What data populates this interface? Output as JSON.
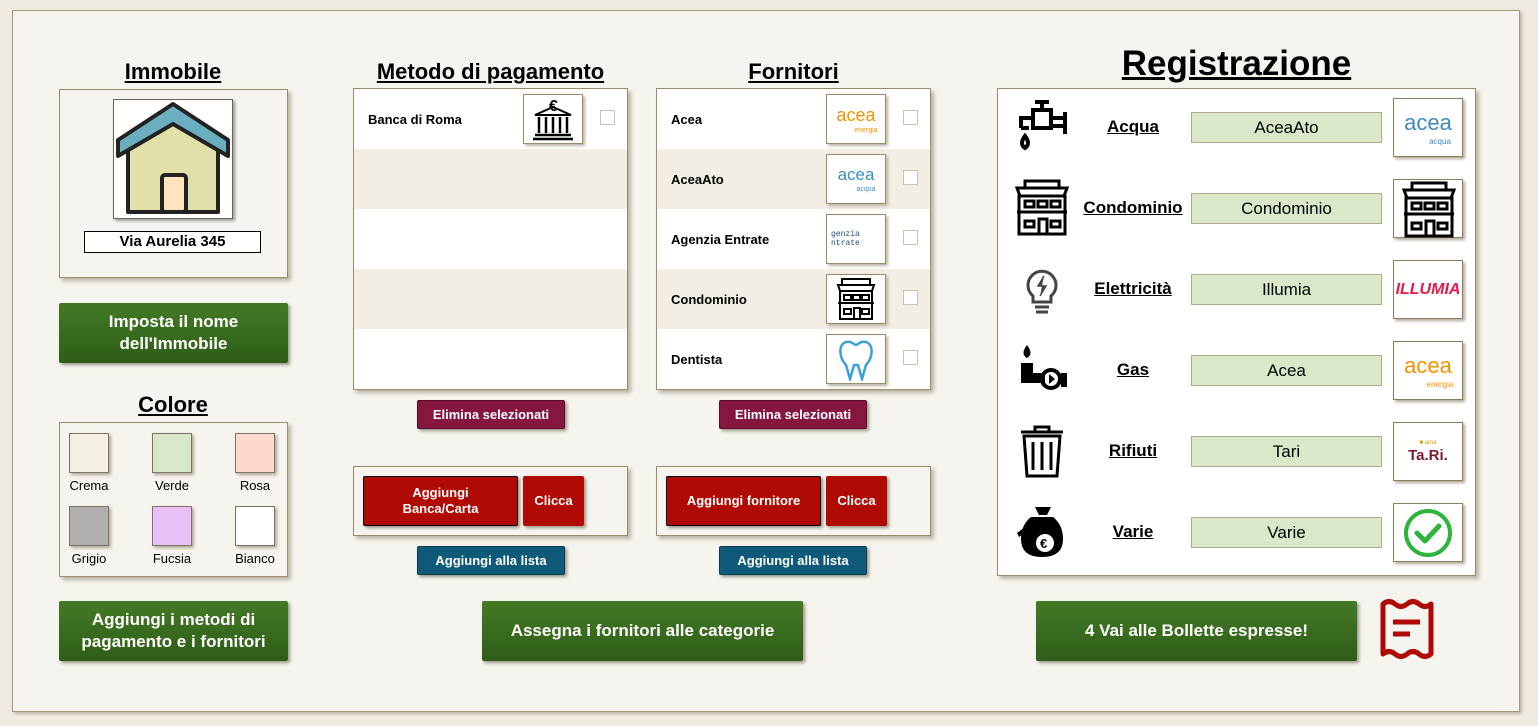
{
  "immobile": {
    "title": "Immobile",
    "address": "Via Aurelia 345",
    "set_name_button": "Imposta il nome dell'Immobile"
  },
  "colore": {
    "title": "Colore",
    "swatches": [
      {
        "label": "Crema",
        "color": "#f4efe3"
      },
      {
        "label": "Verde",
        "color": "#d8e8c9"
      },
      {
        "label": "Rosa",
        "color": "#fdd9cd"
      },
      {
        "label": "Grigio",
        "color": "#b0b0b0"
      },
      {
        "label": "Fucsia",
        "color": "#e9bff7"
      },
      {
        "label": "Bianco",
        "color": "#ffffff"
      }
    ]
  },
  "add_methods_button": "Aggiungi i metodi di pagamento e i fornitori",
  "pagamento": {
    "title": "Metodo di pagamento",
    "items": [
      "Banca di Roma"
    ],
    "delete_button": "Elimina selezionati",
    "add_label": "Aggiungi Banca/Carta",
    "click_button": "Clicca",
    "add_to_list_button": "Aggiungi alla lista"
  },
  "fornitori": {
    "title": "Fornitori",
    "items": [
      "Acea",
      "AceaAto",
      "Agenzia Entrate",
      "Condominio",
      "Dentista"
    ],
    "delete_button": "Elimina selezionati",
    "add_label": "Aggiungi fornitore",
    "click_button": "Clicca",
    "add_to_list_button": "Aggiungi alla lista",
    "logos": {
      "acea": "acea",
      "acea_sub": "energia",
      "aceaato_sub": "acqua",
      "agenzia": "genzia ntrate"
    }
  },
  "assign_button": "Assegna i fornitori alle categorie",
  "registrazione": {
    "title": "Registrazione",
    "rows": [
      {
        "label": "Acqua",
        "value": "AceaAto",
        "logo": "acea"
      },
      {
        "label": "Condominio",
        "value": "Condominio",
        "logo": "building"
      },
      {
        "label": "Elettricità",
        "value": "Illumia",
        "logo": "ILLUMIA"
      },
      {
        "label": "Gas",
        "value": "Acea",
        "logo": "acea"
      },
      {
        "label": "Rifiuti",
        "value": "Tari",
        "logo": "Ta.Ri."
      },
      {
        "label": "Varie",
        "value": "Varie",
        "logo": "check"
      }
    ]
  },
  "bollette_button": "4 Vai alle Bollette espresse!"
}
